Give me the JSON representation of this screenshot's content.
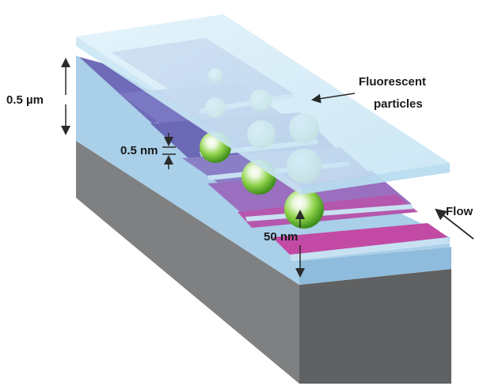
{
  "labels": {
    "channel_height": "0.5 µm",
    "step_height": "0.5 nm",
    "particles_line1": "Fluorescent",
    "particles_line2": "particles",
    "step_depth": "50 nm",
    "flow": "Flow"
  },
  "colors": {
    "substrate_top": "#7f8081",
    "substrate_side": "#5f6061",
    "channel_body": "#a9cfe9",
    "channel_side": "#8fbcdc",
    "lid": "#d2ebf7",
    "lid_edge": "#b7dcef",
    "step_violet": "#8b86c9",
    "step_indigo": "#6b68b6",
    "step_purple": "#9a6fbf",
    "step_magenta": "#c24aa4",
    "particle": "#7cc83a",
    "text": "#1a1a1a",
    "arrow": "#2a2a2a"
  },
  "particle_count": 9
}
